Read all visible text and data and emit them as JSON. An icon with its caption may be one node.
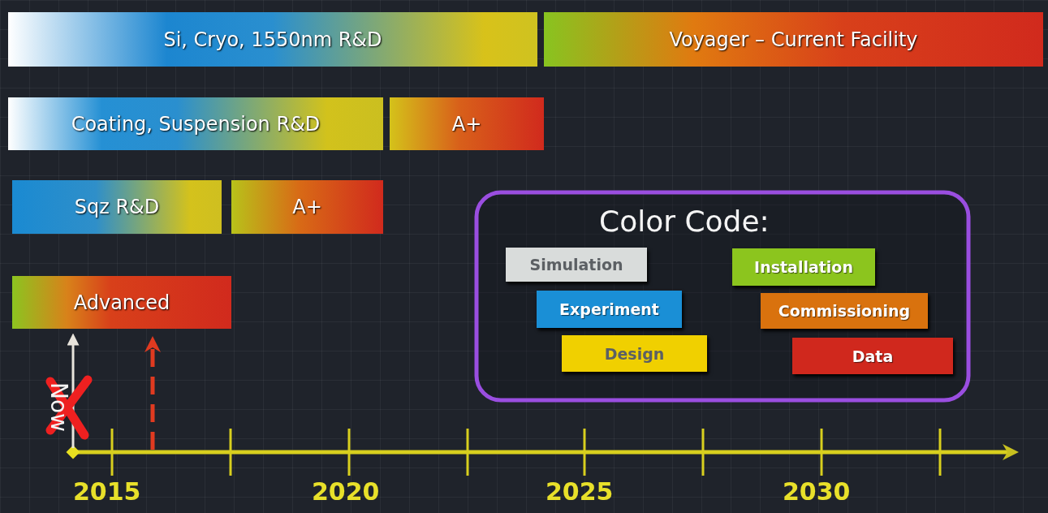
{
  "diagram": {
    "nodes": [
      {
        "text": [
          "Si, Cryo, 1550nm R&D"
        ]
      },
      {
        "text": [
          "Voyager – Current Facility"
        ]
      },
      {
        "text": [
          "Coating, Suspension R&D"
        ]
      },
      {
        "text": [
          "A+"
        ]
      },
      {
        "text": [
          "Sqz R&D"
        ]
      },
      {
        "text": [
          "A+"
        ]
      },
      {
        "text": [
          "Advanced"
        ]
      }
    ],
    "edges": [],
    "labels": [
      "Color Code:",
      "Now",
      "2015",
      "2020",
      "2025",
      "2030"
    ],
    "legend": [
      {
        "text": "Simulation",
        "color": "#d9dcdb"
      },
      {
        "text": "Experiment",
        "color": "#1a8fd6"
      },
      {
        "text": "Design",
        "color": "#f0d000"
      },
      {
        "text": "Installation",
        "color": "#8cc51e"
      },
      {
        "text": "Commissioning",
        "color": "#d9720e"
      },
      {
        "text": "Data",
        "color": "#d0281d"
      }
    ]
  }
}
